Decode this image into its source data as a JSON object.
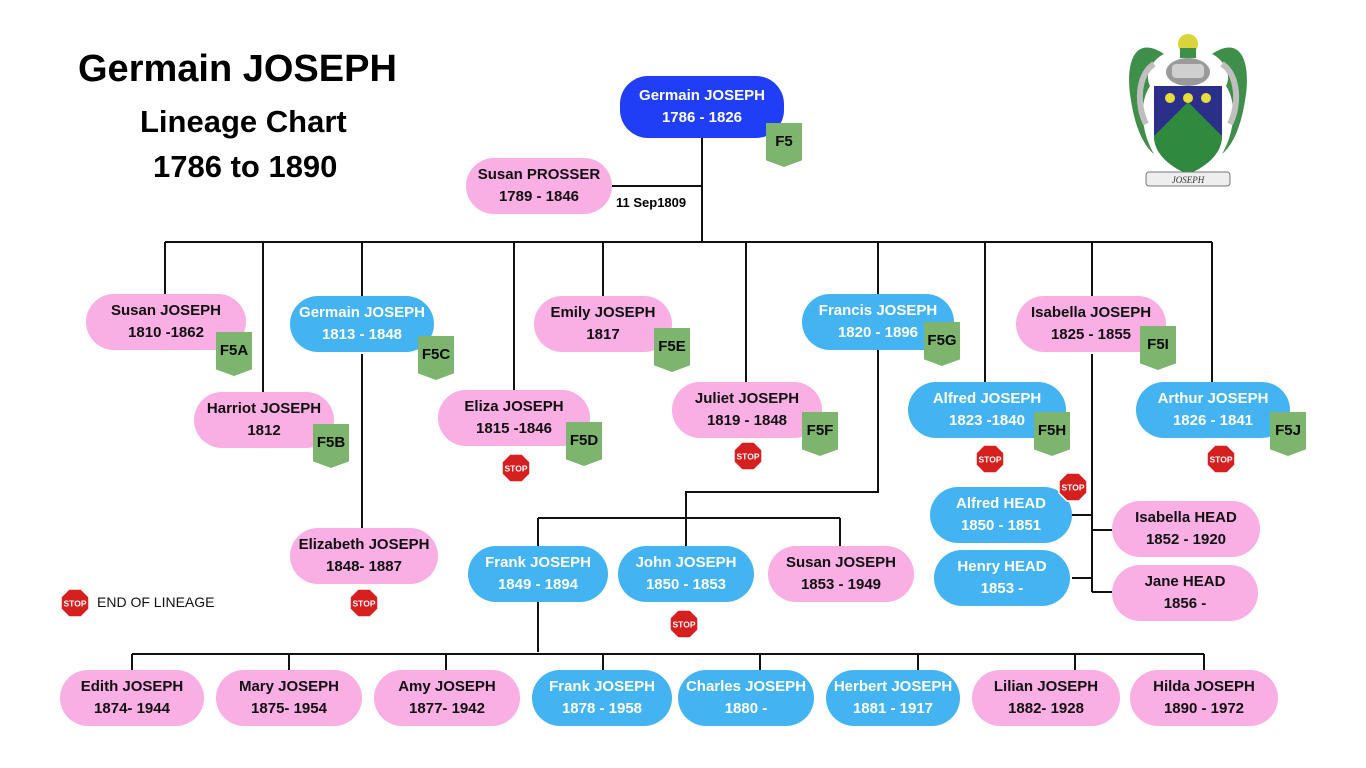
{
  "header": {
    "name": "Germain JOSEPH",
    "subtitle": "Lineage Chart",
    "range": "1786 to 1890"
  },
  "crest": {
    "motto": "JOSEPH"
  },
  "legend": {
    "label": "END OF LINEAGE",
    "icon": "stop-icon"
  },
  "colors": {
    "female": "#f9aee4",
    "male": "#43b4f1",
    "root": "#1f3ef5",
    "tag": "#7db56f",
    "stop": "#d61f1f"
  },
  "root": {
    "name": "Germain JOSEPH",
    "dates": "1786 - 1826",
    "tag": "F5"
  },
  "spouse": {
    "name": "Susan PROSSER",
    "dates": "1789 - 1846",
    "marriage": "11 Sep1809"
  },
  "children": [
    {
      "name": "Susan JOSEPH",
      "dates": "1810 -1862",
      "tag": "F5A"
    },
    {
      "name": "Harriot JOSEPH",
      "dates": "1812",
      "tag": "F5B"
    },
    {
      "name": "Germain JOSEPH",
      "dates": "1813 - 1848",
      "tag": "F5C"
    },
    {
      "name": "Eliza JOSEPH",
      "dates": "1815 -1846",
      "tag": "F5D"
    },
    {
      "name": "Emily JOSEPH",
      "dates": "1817",
      "tag": "F5E"
    },
    {
      "name": "Juliet JOSEPH",
      "dates": "1819 - 1848",
      "tag": "F5F"
    },
    {
      "name": "Francis JOSEPH",
      "dates": "1820 - 1896",
      "tag": "F5G"
    },
    {
      "name": "Alfred JOSEPH",
      "dates": "1823 -1840",
      "tag": "F5H"
    },
    {
      "name": "Isabella JOSEPH",
      "dates": "1825 - 1855",
      "tag": "F5I"
    },
    {
      "name": "Arthur JOSEPH",
      "dates": "1826 - 1841",
      "tag": "F5J"
    }
  ],
  "germain_child": {
    "name": "Elizabeth JOSEPH",
    "dates": "1848- 1887"
  },
  "francis_children": [
    {
      "name": "Frank JOSEPH",
      "dates": "1849 - 1894"
    },
    {
      "name": "John JOSEPH",
      "dates": "1850 - 1853"
    },
    {
      "name": "Susan JOSEPH",
      "dates": "1853 - 1949"
    }
  ],
  "isabella_children": [
    {
      "name": "Alfred HEAD",
      "dates": "1850 - 1851"
    },
    {
      "name": "Henry HEAD",
      "dates": "1853 -"
    },
    {
      "name": "Isabella HEAD",
      "dates": "1852 - 1920"
    },
    {
      "name": "Jane HEAD",
      "dates": "1856 -"
    }
  ],
  "frank_children": [
    {
      "name": "Edith JOSEPH",
      "dates": "1874- 1944"
    },
    {
      "name": "Mary JOSEPH",
      "dates": "1875- 1954"
    },
    {
      "name": "Amy JOSEPH",
      "dates": "1877- 1942"
    },
    {
      "name": "Frank JOSEPH",
      "dates": "1878 - 1958"
    },
    {
      "name": "Charles JOSEPH",
      "dates": "1880 -"
    },
    {
      "name": "Herbert JOSEPH",
      "dates": "1881 - 1917"
    },
    {
      "name": "Lilian JOSEPH",
      "dates": "1882- 1928"
    },
    {
      "name": "Hilda JOSEPH",
      "dates": "1890 - 1972"
    }
  ]
}
